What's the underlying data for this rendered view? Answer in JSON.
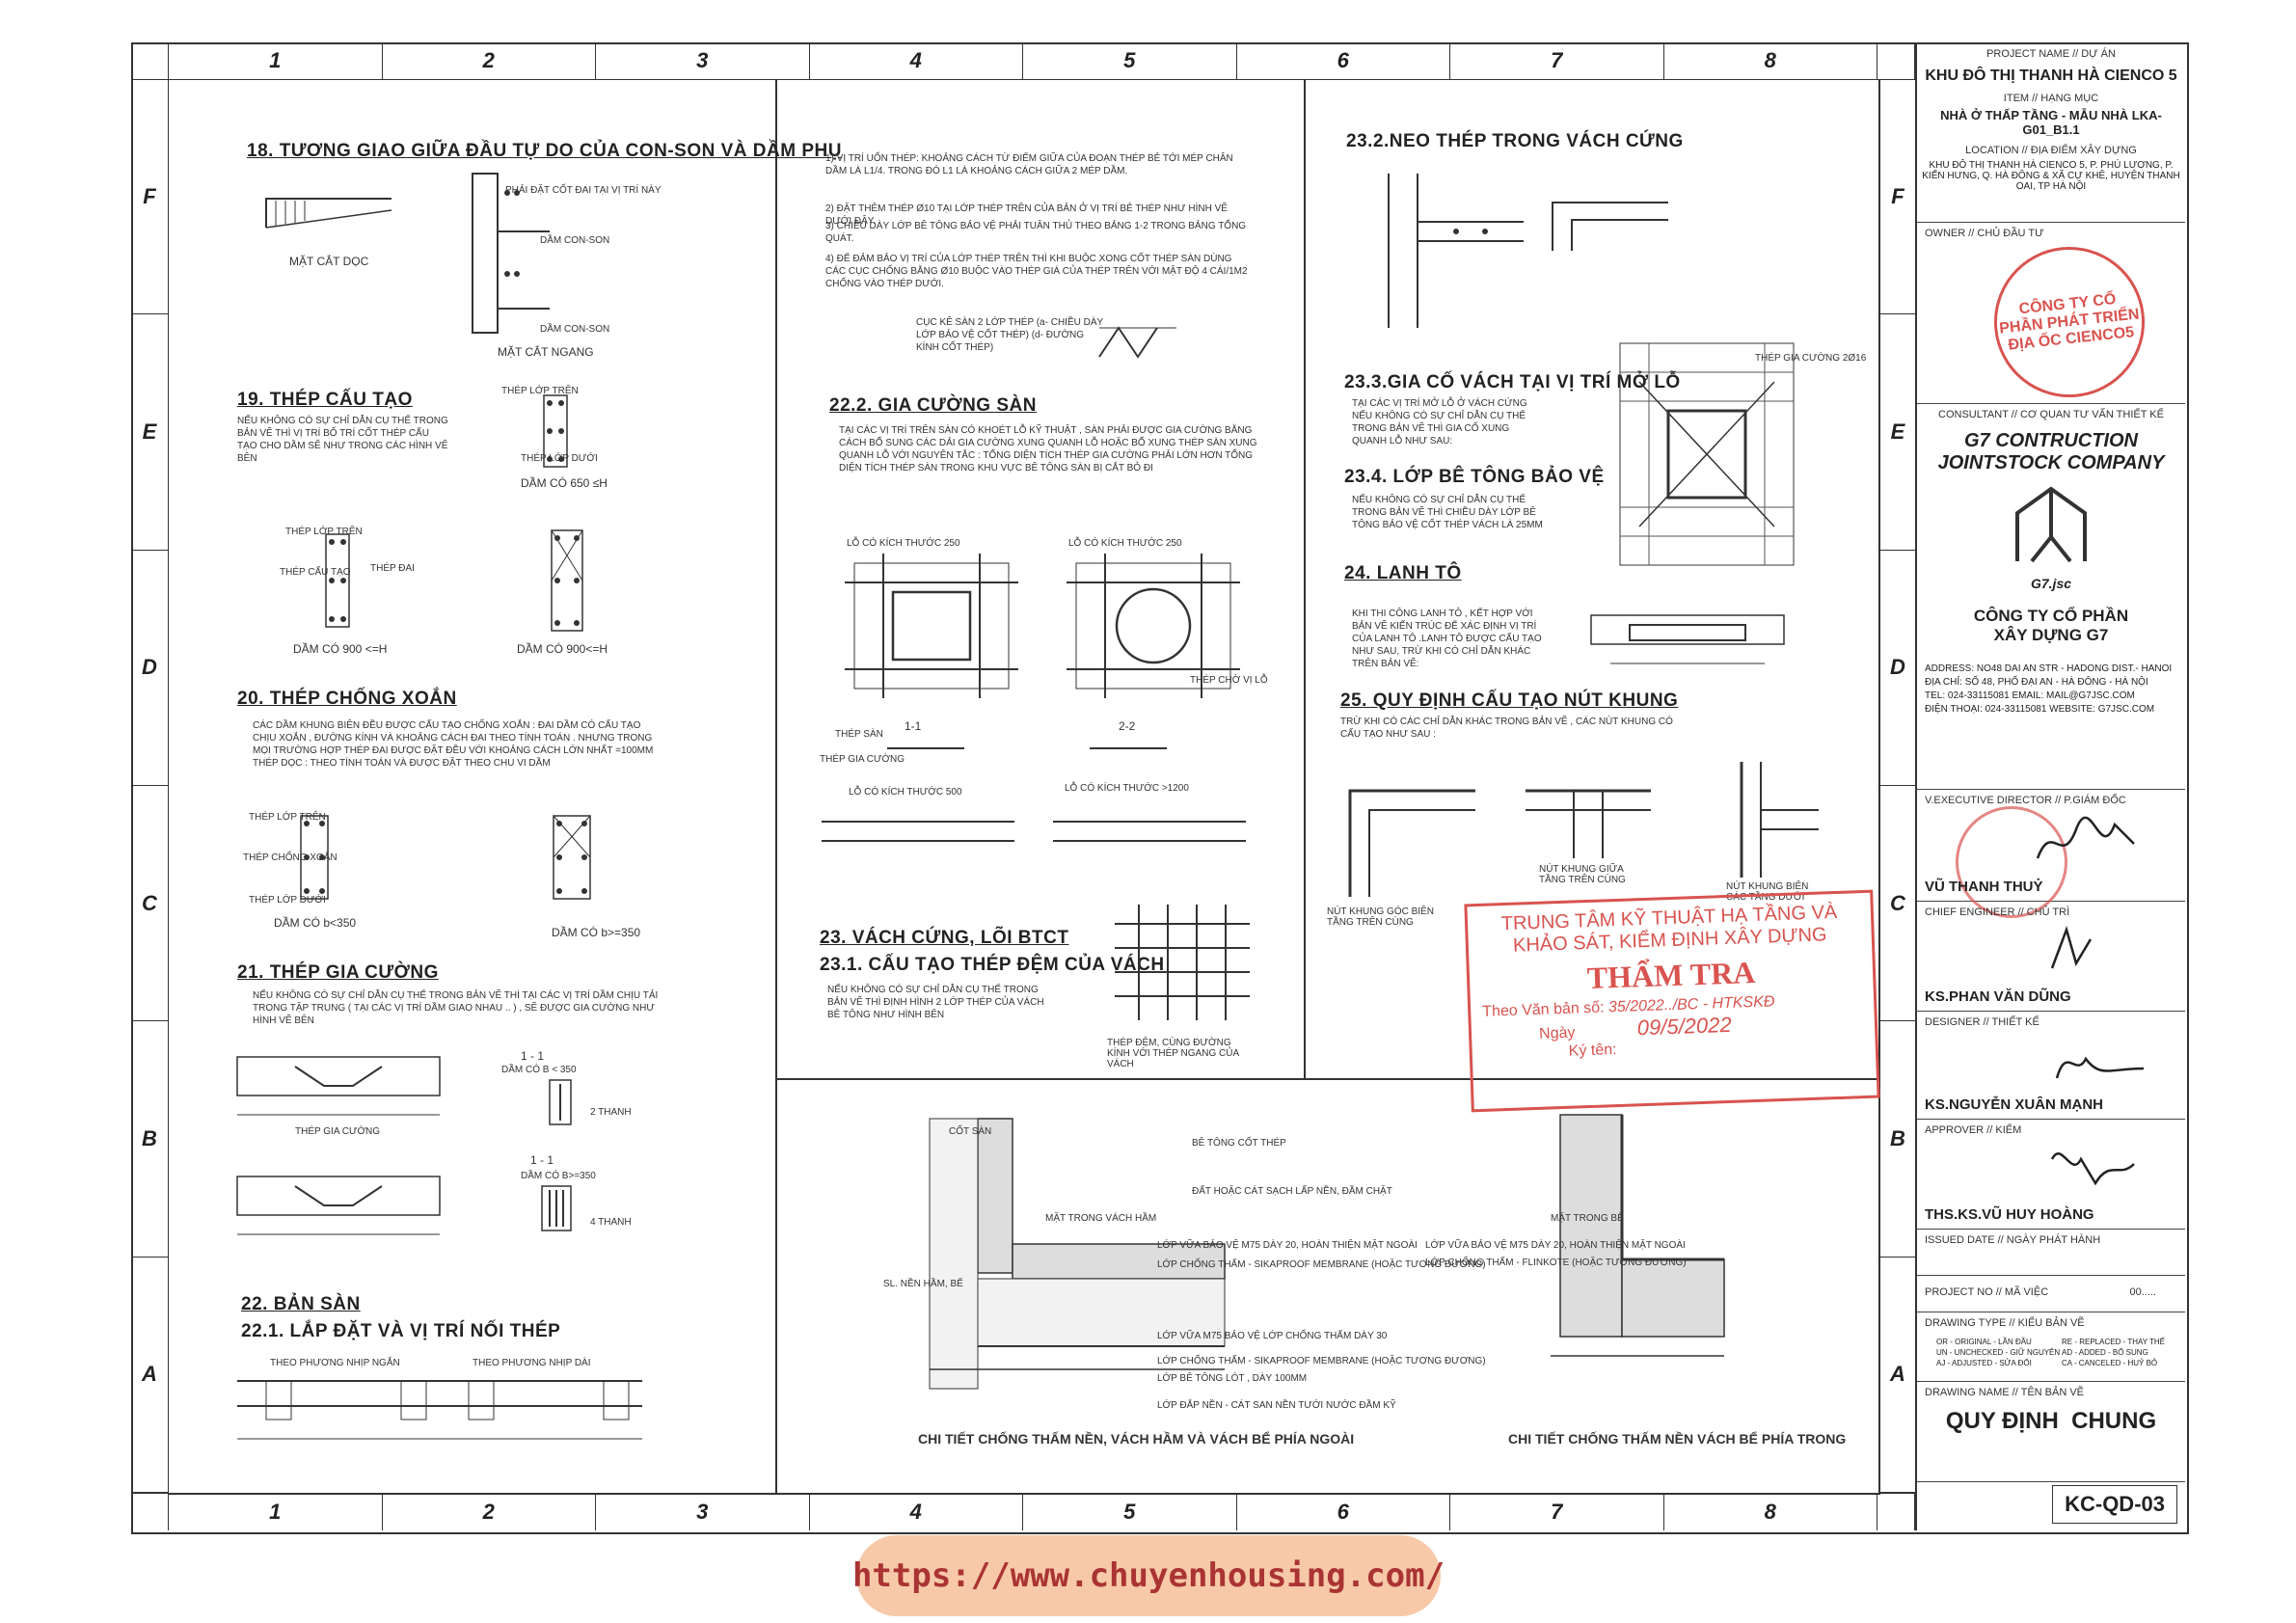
{
  "grid": {
    "columns": [
      "1",
      "2",
      "3",
      "4",
      "5",
      "6",
      "7",
      "8"
    ],
    "rows": [
      "F",
      "E",
      "D",
      "C",
      "B",
      "A"
    ]
  },
  "sections": {
    "s18": {
      "title": "18. TƯƠNG GIAO GIỮA ĐẦU TỰ DO CỦA CON-SON VÀ DẦM PHỤ",
      "cap1": "MẶT CẮT DỌC",
      "cap2": "MẶT CẮT NGANG",
      "l1": "PHẢI ĐẶT CỐT ĐAI TẠI VỊ TRÍ NÀY",
      "l2": "DẦM CON-SON",
      "l3": "DẦM CON-SON"
    },
    "s19": {
      "title": "19. THÉP CẤU TẠO",
      "note": "NẾU KHÔNG CÓ SỰ CHỈ DẪN CỤ THỂ TRONG BẢN VẼ THÌ VỊ TRÍ BỐ TRÍ CỐT THÉP CẤU TẠO CHO DẦM SẼ NHƯ TRONG CÁC HÌNH VẼ BÊN",
      "cap1": "DẦM CÓ 650 ≤H",
      "cap2": "DẦM CÓ 900 <=H",
      "cap3": "DẦM CÓ 900<=H",
      "lb1": "THÉP LỚP TRÊN",
      "lb2": "THÉP CẤU TẠO",
      "lb3": "THÉP LỚP DƯỚI",
      "lb4": "THÉP ĐAI"
    },
    "s20": {
      "title": "20. THÉP CHỐNG XOẮN",
      "note": "CÁC DẦM KHUNG BIÊN ĐỀU ĐƯỢC CẤU TẠO CHỐNG XOẮN : ĐAI DẦM CÓ CẤU TẠO CHỊU XOẮN , ĐƯỜNG KÍNH VÀ KHOẢNG CÁCH ĐAI THEO TÍNH TOÁN . NHƯNG TRONG MỌI TRƯỜNG HỢP THÉP ĐAI ĐƯỢC ĐẶT ĐỀU VỚI KHOẢNG CÁCH LỚN NHẤT =100MM THÉP DỌC : THEO TÍNH TOÁN VÀ ĐƯỢC ĐẶT THEO CHU VI DẦM",
      "cap1": "DẦM CÓ b<350",
      "cap2": "DẦM CÓ b>=350",
      "lb1": "THÉP LỚP TRÊN",
      "lb2": "THÉP CHỐNG XOẮN",
      "lb3": "THÉP LỚP DƯỚI"
    },
    "s21": {
      "title": "21. THÉP GIA CƯỜNG",
      "note": "NẾU KHÔNG CÓ SỰ CHỈ DẪN CỤ THỂ TRONG BẢN VẼ THÌ TẠI CÁC VỊ TRÍ DẦM CHỊU TẢI TRONG TẬP TRUNG ( TẠI CÁC VỊ TRÍ DẦM GIAO NHAU .. ) , SẼ ĐƯỢC GIA CƯỜNG NHƯ HÌNH VẼ BÊN",
      "cap1": "DẦM CÓ B < 350",
      "cap2": "DẦM CÓ B>=350",
      "sec": "1 - 1",
      "lb1": "THÉP GIA CƯỜNG",
      "lb2": "2 THANH",
      "lb3": "4 THANH"
    },
    "s22": {
      "title": "22. BẢN SÀN",
      "sub": "22.1. LẮP ĐẶT VÀ VỊ TRÍ NỐI THÉP",
      "lb1": "THEO PHƯƠNG NHỊP NGẮN",
      "lb2": "THEO PHƯƠNG NHỊP DÀI"
    },
    "notes_top": {
      "n1": "1) VỊ TRÍ UỐN THÉP: KHOẢNG CÁCH TỪ ĐIỂM GIỮA CỦA ĐOẠN THÉP BẺ TỚI MÉP CHÂN DẦM LÀ L1/4. TRONG ĐÓ L1 LÀ KHOẢNG CÁCH GIỮA 2 MÉP DẦM.",
      "n2": "2) ĐẶT THÊM THÉP Ø10 TẠI LỚP THÉP TRÊN CỦA BẢN Ở VỊ TRÍ BẺ THÉP NHƯ HÌNH VẼ DƯỚI ĐÂY.",
      "n3": "3) CHIỀU DÀY LỚP BÊ TÔNG BẢO VỆ PHẢI TUÂN THỦ THEO BẢNG 1-2 TRONG BẢNG TỔNG QUÁT.",
      "n4": "4) ĐỂ ĐẢM BẢO VỊ TRÍ CỦA LỚP THÉP TRÊN THÌ KHI BUỘC XONG CỐT THÉP SÀN DÙNG CÁC CỤC CHỐNG BẰNG Ø10 BUỘC VÀO THÉP GIÁ CỦA THÉP TRÊN VỚI MẬT ĐỘ 4 CÁI/1M2 CHỐNG VÀO THÉP DƯỚI.",
      "n5": "CỤC KÊ SÀN 2 LỚP THÉP (a- CHIỀU DÀY LỚP BẢO VỆ CỐT THÉP) (d- ĐƯỜNG KÍNH CỐT THÉP)"
    },
    "s222": {
      "title": "22.2. GIA CƯỜNG SÀN",
      "note": "TẠI CÁC VỊ TRÍ TRÊN SÀN CÓ KHOÉT LỖ KỸ THUẬT , SÀN PHẢI ĐƯỢC GIA CƯỜNG BẰNG CÁCH BỔ SUNG CÁC DẢI GIA CƯỜNG XUNG QUANH LỖ HOẶC BỔ XUNG THÉP SÀN XUNG QUANH LỖ VỚI NGUYÊN TẮC : TỔNG DIỆN TÍCH THÉP GIA CƯỜNG PHẢI LỚN HƠN TỔNG DIỆN TÍCH THÉP SÀN TRONG KHU VỰC BÊ TÔNG SÀN BỊ CẮT BỎ ĐI",
      "h1": "LỖ CÓ KÍCH THƯỚC 250",
      "h2": "LỖ CÓ KÍCH THƯỚC 250",
      "h3": "LỖ CÓ KÍCH THƯỚC 500",
      "h4": "LỖ CÓ KÍCH THƯỚC >1200",
      "s11": "1-1",
      "s22": "2-2",
      "lb1": "THÉP SÀN",
      "lb2": "THÉP GIA CƯỜNG",
      "lb3": "THÉP CHỜ VỊ LỖ"
    },
    "s23": {
      "title": "23. VÁCH CỨNG, LÕI BTCT",
      "sub": "23.1. CẤU TẠO THÉP ĐỆM CỦA VÁCH",
      "note": "NẾU KHÔNG CÓ SỰ CHỈ DẪN CỤ THỂ TRONG BẢN VẼ THÌ ĐỊNH HÌNH 2 LỚP THÉP CỦA VÁCH BÊ TÔNG NHƯ HÌNH BÊN",
      "lb1": "THÉP ĐỆM, CÙNG ĐƯỜNG KÍNH VỚI THÉP NGANG CỦA VÁCH"
    },
    "s232": {
      "title": "23.2.NEO THÉP TRONG VÁCH CỨNG"
    },
    "s233": {
      "title": "23.3.GIA CỐ VÁCH TẠI VỊ TRÍ MỞ LỖ",
      "note": "TẠI CÁC VỊ TRÍ MỞ LỖ Ở VÁCH CỨNG NẾU KHÔNG CÓ SỰ CHỈ DẪN CỤ THỂ TRONG BẢN VẼ THÌ GIA CỐ XUNG QUANH LỖ NHƯ SAU:",
      "lb1": "THÉP GIA CƯỜNG 2Ø16"
    },
    "s234": {
      "title": "23.4. LỚP BÊ TÔNG BẢO VỆ",
      "note": "NẾU KHÔNG CÓ SỰ CHỈ DẪN CỤ THỂ TRONG BẢN VẼ THÌ CHIỀU DÀY LỚP BÊ TÔNG BẢO VỆ CỐT THÉP VÁCH LÀ 25MM"
    },
    "s24": {
      "title": "24. LANH TÔ",
      "note": "KHI THI CÔNG LANH TÔ , KẾT HỢP VỚI BẢN VẼ KIẾN TRÚC ĐỂ XÁC ĐỊNH VỊ TRÍ CỦA LANH TÔ .LANH TÔ ĐƯỢC CẤU TẠO NHƯ SAU, TRỪ KHI CÓ CHỈ DẪN KHÁC TRÊN BẢN VẼ:"
    },
    "s25": {
      "title": "25. QUY ĐỊNH CẤU TẠO NÚT KHUNG",
      "note": "TRỪ KHI CÓ CÁC CHỈ DẪN KHÁC TRONG BẢN VẼ , CÁC NÚT KHUNG CÓ CẤU TẠO NHƯ SAU :",
      "c1": "NÚT KHUNG GÓC BIÊN TẦNG TRÊN CÙNG",
      "c2": "NÚT KHUNG GIỮA TẦNG TRÊN CÙNG",
      "c3": "NÚT KHUNG BIÊN CÁC TẦNG DƯỚI"
    },
    "wp1": {
      "cap": "CHI TIẾT CHỐNG THẤM NỀN, VÁCH HẦM VÀ VÁCH BỂ PHÍA NGOÀI",
      "l1": "CỐT SÀN",
      "l2": "BÊ TÔNG CỐT THÉP",
      "l3": "ĐẤT HOẶC CÁT SẠCH LẤP NỀN, ĐẦM CHẶT",
      "l4": "MẶT TRONG VÁCH HẦM",
      "l5": "LỚP VỮA BẢO VỆ M75 DÀY 20, HOÀN THIỆN MẶT NGOÀI",
      "l6": "LỚP CHỐNG THẤM - SIKAPROOF MEMBRANE (HOẶC TƯƠNG ĐƯƠNG)",
      "l7": "SL. NỀN HẦM, BỂ",
      "l8": "LỚP VỮA M75 BẢO VỆ LỚP CHỐNG THẤM DÀY 30",
      "l9": "LỚP CHỐNG THẤM - SIKAPROOF MEMBRANE (HOẶC TƯƠNG ĐƯƠNG)",
      "l10": "LỚP BÊ TÔNG LÓT , DÀY 100MM",
      "l11": "LỚP ĐẮP NỀN - CÁT SAN NỀN TƯỚI NƯỚC ĐẦM KỸ"
    },
    "wp2": {
      "cap": "CHI TIẾT CHỐNG THẤM NỀN VÁCH BỂ PHÍA TRONG",
      "l1": "MẶT TRONG BỂ",
      "l2": "LỚP VỮA BẢO VỆ M75 DÀY 20, HOÀN THIỆN MẶT NGOÀI",
      "l3": "LỚP CHỐNG THẤM - FLINKOTE (HOẶC TƯƠNG ĐƯƠNG)"
    }
  },
  "stamp_review": {
    "l1": "TRUNG TÂM KỸ THUẬT HẠ TẦNG VÀ",
    "l2": "KHẢO SÁT, KIỂM ĐỊNH XÂY DỰNG",
    "l3": "THẨM TRA",
    "l4": "Theo Văn bản số:",
    "v4": "35/2022../BC - HTKSKĐ",
    "l5": "Ngày",
    "v5": "09/5/2022",
    "l6": "Ký tên:"
  },
  "titleblock": {
    "project_label": "PROJECT NAME // DỰ ÁN",
    "project": "KHU ĐÔ THỊ THANH HÀ CIENCO 5",
    "item_label": "ITEM // HẠNG MỤC",
    "item": "NHÀ Ở THẤP TẦNG - MẪU NHÀ LKA-G01_B1.1",
    "location_label": "LOCATION // ĐỊA ĐIỂM XÂY DỰNG",
    "location": "KHU ĐÔ THỊ THANH HÀ CIENCO 5, P. PHÚ LƯƠNG, P. KIẾN HƯNG, Q. HÀ ĐÔNG & XÃ CỰ KHÊ, HUYỆN THANH OAI, TP HÀ NỘI",
    "owner_label": "OWNER // CHỦ ĐẦU TƯ",
    "owner_stamp": "CÔNG TY CỔ PHẦN PHÁT TRIỂN ĐỊA ỐC CIENCO5",
    "consultant_label": "CONSULTANT // CƠ QUAN TƯ VẤN THIẾT KẾ",
    "consultant_en1": "G7 CONTRUCTION",
    "consultant_en2": "JOINTSTOCK COMPANY",
    "logo_text": "G7.jsc",
    "consultant_vn1": "CÔNG TY CỔ PHẦN",
    "consultant_vn2": "XÂY DỰNG G7",
    "addr_label": "ADDRESS:",
    "addr_en": "NO48 DAI AN STR - HADONG DIST.- HANOI",
    "addr_vn_label": "ĐỊA CHỈ:",
    "addr_vn": "SỐ 48, PHỐ ĐẠI AN - HÀ ĐÔNG - HÀ NỘI",
    "tel_label": "TEL:",
    "tel": "024-33115081",
    "email": "EMAIL: MAIL@G7JSC.COM",
    "dt_label": "ĐIỆN THOẠI:",
    "website": "WEBSITE: G7JSC.COM",
    "exec_label": "V.EXECUTIVE DIRECTOR // P.GIÁM ĐỐC",
    "exec_name": "VŨ THANH THUỶ",
    "chief_label": "CHIEF ENGINEER // CHỦ TRÌ",
    "chief_name": "KS.PHAN VĂN DŨNG",
    "designer_label": "DESIGNER // THIẾT KẾ",
    "designer_name": "KS.NGUYỄN XUÂN MẠNH",
    "approver_label": "APPROVER // KIỂM",
    "approver_name": "THS.KS.VŨ HUY HOÀNG",
    "issued_label": "ISSUED DATE // NGÀY PHÁT HÀNH",
    "projno_label": "PROJECT NO // MÃ VIỆC",
    "projno": "00.....",
    "dtype_label": "DRAWING TYPE // KIỂU BẢN VẼ",
    "dtype_codes": [
      "OR - ORIGINAL - LẦN ĐẦU",
      "UN - UNCHECKED - GIỮ NGUYÊN",
      "AJ - ADJUSTED - SỬA ĐỔI",
      "RE - REPLACED - THAY THẾ",
      "AD - ADDED - BỔ SUNG",
      "CA - CANCELED - HUỶ BỎ"
    ],
    "dname_label": "DRAWING NAME // TÊN BẢN VẼ",
    "dname": "QUY ĐỊNH  CHUNG",
    "sheet_no": "KC-QD-03"
  },
  "watermark": {
    "url": "https://www.chuyenhousing.com/"
  },
  "colors": {
    "line": "#333333",
    "stamp_red": "#d9534f",
    "watermark_bg": "#f7c9a8"
  }
}
